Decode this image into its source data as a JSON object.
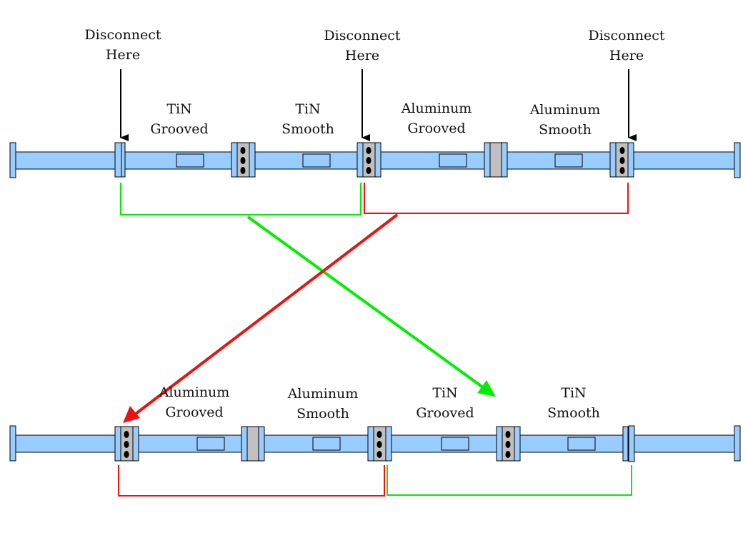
{
  "colors": {
    "pipe": "#99ccff",
    "flange_gray": "#c0c0c0",
    "green": "#00ee00",
    "red": "#ee1111",
    "arrow": "#000000"
  },
  "top": {
    "disconnect": [
      {
        "line1": "Disconnect",
        "line2": "Here"
      },
      {
        "line1": "Disconnect",
        "line2": "Here"
      },
      {
        "line1": "Disconnect",
        "line2": "Here"
      }
    ],
    "sections": [
      {
        "line1": "TiN",
        "line2": "Grooved"
      },
      {
        "line1": "TiN",
        "line2": "Smooth"
      },
      {
        "line1": "Aluminum",
        "line2": "Grooved"
      },
      {
        "line1": "Aluminum",
        "line2": "Smooth"
      }
    ]
  },
  "bottom": {
    "sections": [
      {
        "line1": "Aluminum",
        "line2": "Grooved"
      },
      {
        "line1": "Aluminum",
        "line2": "Smooth"
      },
      {
        "line1": "TiN",
        "line2": "Grooved"
      },
      {
        "line1": "TiN",
        "line2": "Smooth"
      }
    ]
  }
}
